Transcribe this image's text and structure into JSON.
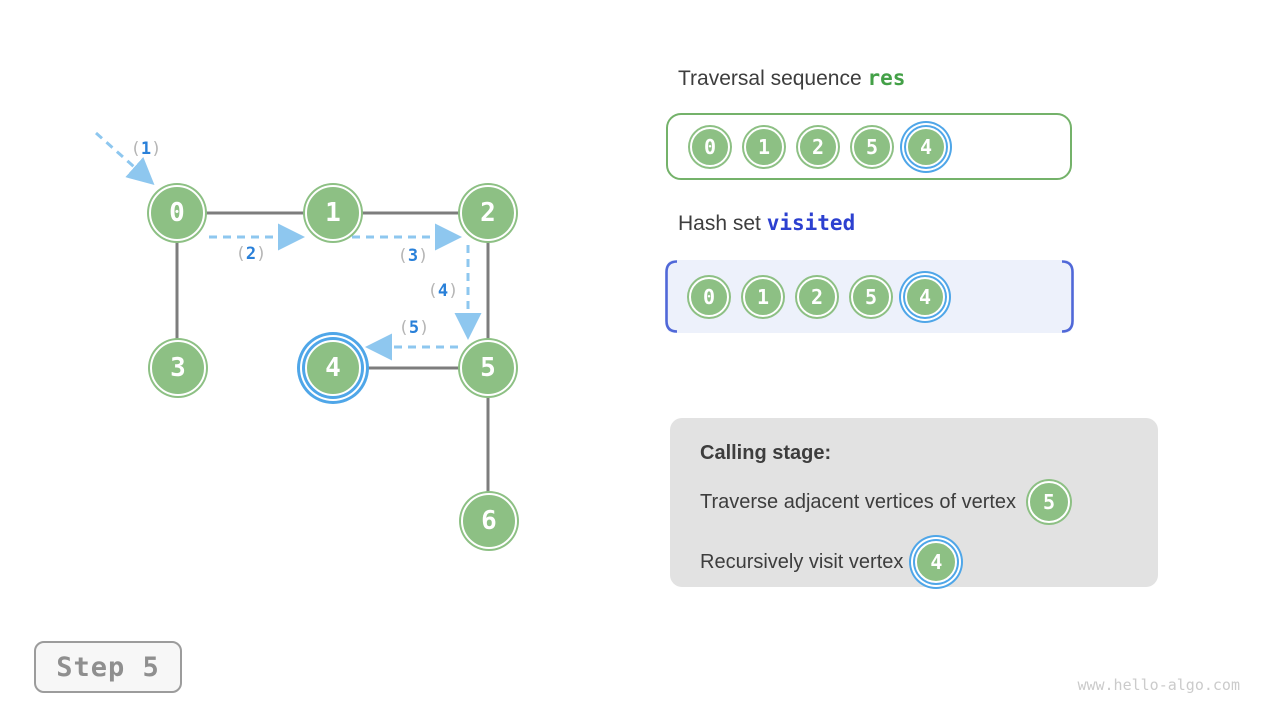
{
  "graph": {
    "nodes": [
      {
        "label": "0",
        "highlighted": false
      },
      {
        "label": "1",
        "highlighted": false
      },
      {
        "label": "2",
        "highlighted": false
      },
      {
        "label": "3",
        "highlighted": false
      },
      {
        "label": "4",
        "highlighted": true
      },
      {
        "label": "5",
        "highlighted": false
      },
      {
        "label": "6",
        "highlighted": false
      }
    ],
    "arrow_labels": [
      {
        "open": "(",
        "num": "1",
        "close": ")"
      },
      {
        "open": "(",
        "num": "2",
        "close": ")"
      },
      {
        "open": "(",
        "num": "3",
        "close": ")"
      },
      {
        "open": "(",
        "num": "4",
        "close": ")"
      },
      {
        "open": "(",
        "num": "5",
        "close": ")"
      }
    ]
  },
  "panel": {
    "traversal_heading": {
      "text": "Traversal sequence ",
      "code": "res"
    },
    "hashset_heading": {
      "text": "Hash set ",
      "code": "visited"
    },
    "traversal_sequence": [
      "0",
      "1",
      "2",
      "5",
      "4"
    ],
    "visited_set": [
      "0",
      "1",
      "2",
      "5",
      "4"
    ]
  },
  "calling_stage": {
    "title": "Calling stage:",
    "line1": {
      "text": "Traverse adjacent vertices of vertex",
      "vertex": "5"
    },
    "line2": {
      "text": "Recursively visit vertex",
      "vertex": "4"
    }
  },
  "step_button": {
    "label": "Step 5"
  },
  "footer": {
    "website": "www.hello-algo.com"
  },
  "colors": {
    "node_green": "#8dc084",
    "highlight_blue": "#4fa6e8",
    "arrow_blue": "#8ec7ef",
    "label_num_blue": "#2980d9",
    "edge_gray": "#7d7d7d",
    "res_green": "#43a047",
    "visited_blue": "#2c40d0",
    "res_box_border": "#74b26a",
    "visited_box_bg": "#edf1fb",
    "bracket_blue": "#5068d8",
    "calling_box_bg": "#e2e2e2"
  }
}
